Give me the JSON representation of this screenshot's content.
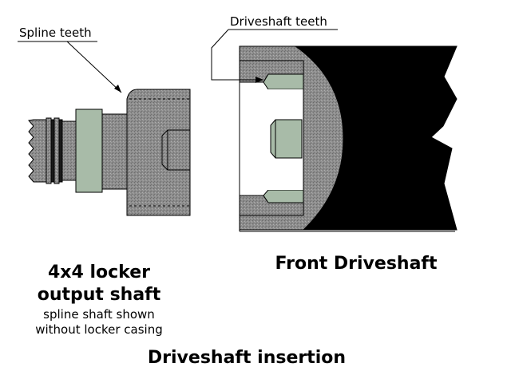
{
  "labels": {
    "spline_teeth": "Spline teeth",
    "driveshaft_teeth": "Driveshaft teeth",
    "output_shaft_line1": "4x4 locker",
    "output_shaft_line2": "output shaft",
    "note_line1": "spline shaft shown",
    "note_line2": "without locker casing",
    "front_driveshaft": "Front Driveshaft",
    "caption": "Driveshaft insertion"
  },
  "colors": {
    "steel": "#8c8c8c",
    "sleeve": "#a8bba8",
    "driveshaft_body": "#000000",
    "outline": "#000000"
  }
}
